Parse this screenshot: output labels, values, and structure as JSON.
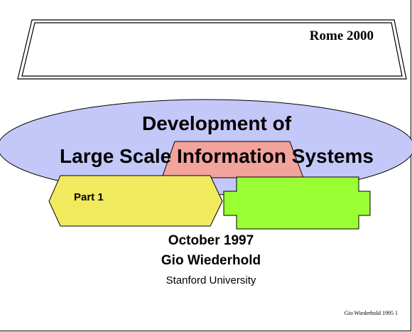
{
  "banner": {
    "label": "Rome 2000"
  },
  "title": {
    "line1": "Development of",
    "line2": "Large Scale Information Systems"
  },
  "part": {
    "label": "Part 1"
  },
  "subtitle": {
    "date": "October 1997",
    "author": "Gio Wiederhold",
    "affiliation": "Stanford University"
  },
  "footer": {
    "text": "Gio Wiederhold 1995  1"
  },
  "colors": {
    "ellipse": "#c4c8f8",
    "trapezoid": "#f2a39c",
    "hexagon": "#f2ea5e",
    "cross": "#99ff33"
  }
}
